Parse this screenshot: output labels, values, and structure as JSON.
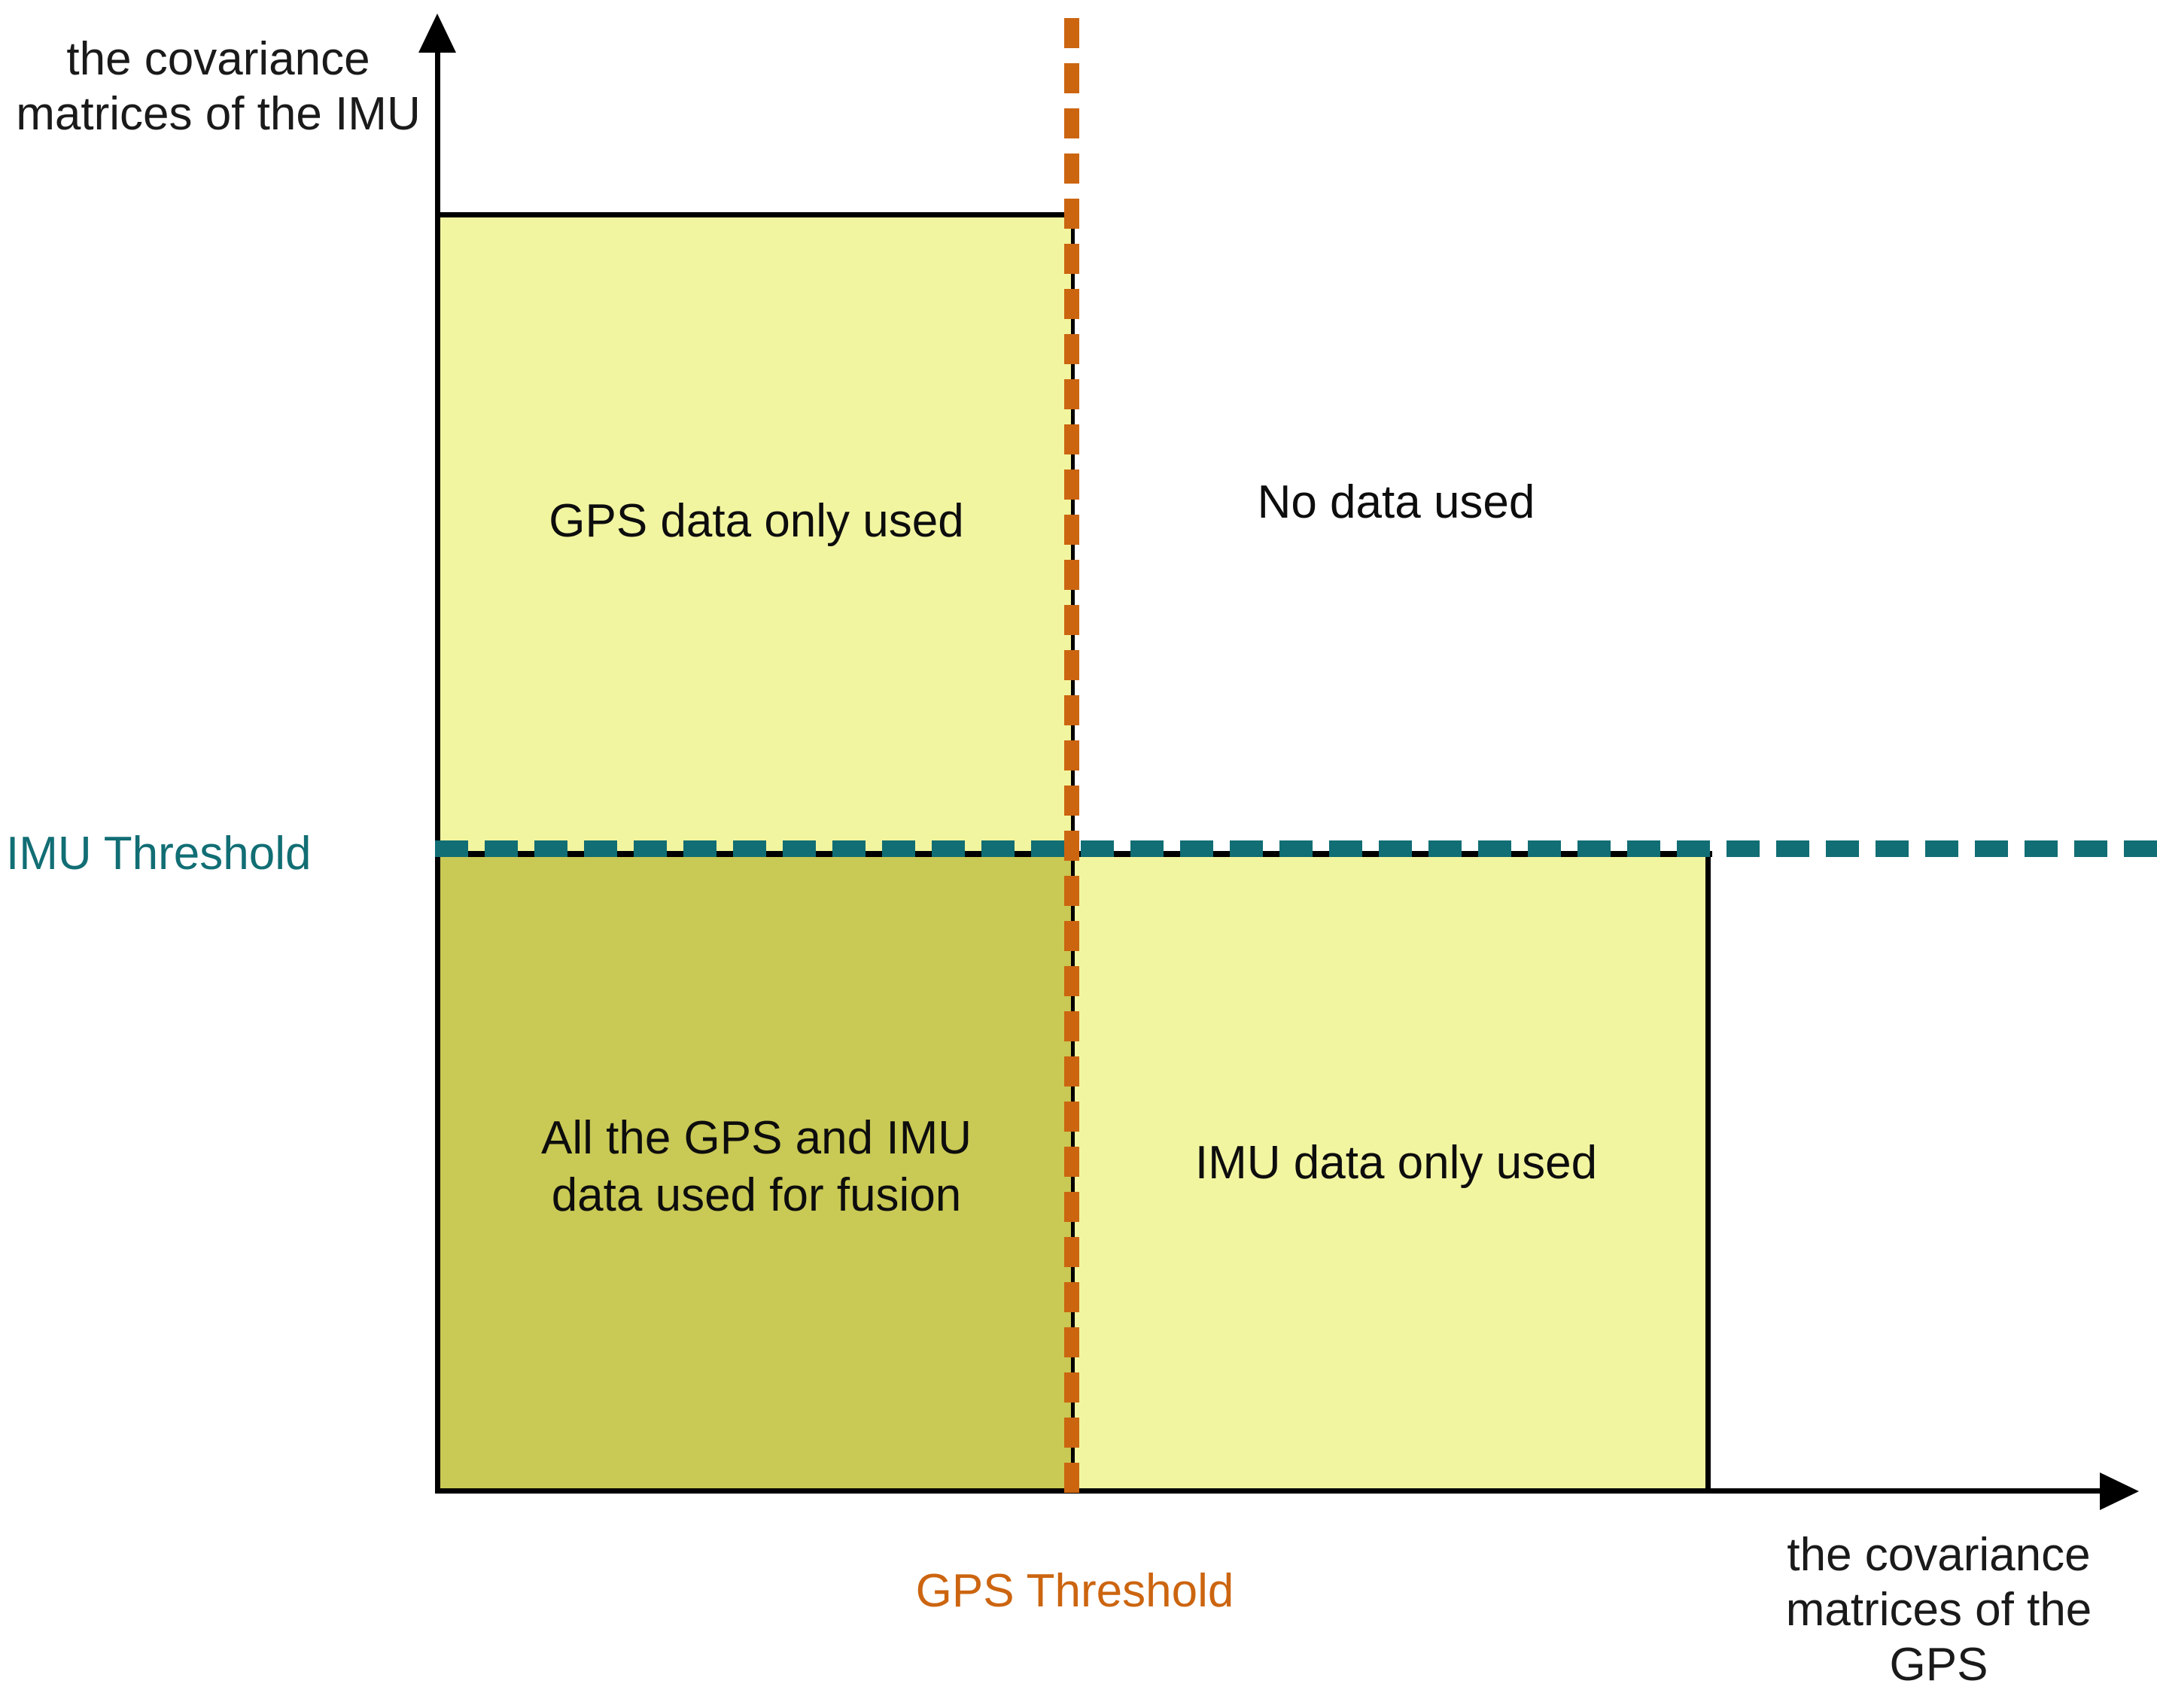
{
  "chart_data": {
    "type": "diagram",
    "title": "",
    "xlabel": "the covariance matrices of the GPS",
    "ylabel": "the covariance matrices of the IMU",
    "thresholds": [
      {
        "name": "IMU Threshold",
        "axis": "y",
        "label": "IMU Threshold",
        "color": "#116e74",
        "style": "dashed"
      },
      {
        "name": "GPS Threshold",
        "axis": "x",
        "label": "GPS Threshold",
        "color": "#cc6510",
        "style": "dashed"
      }
    ],
    "quadrants": [
      {
        "id": "top-left",
        "label": "GPS data only used",
        "x_region": "below GPS Threshold",
        "y_region": "above IMU Threshold",
        "fill": "#f2f5a0"
      },
      {
        "id": "top-right",
        "label": "No data used",
        "x_region": "above GPS Threshold",
        "y_region": "above IMU Threshold",
        "fill": "#ffffff"
      },
      {
        "id": "bottom-left",
        "label": "All the GPS and IMU data used for fusion",
        "x_region": "below GPS Threshold",
        "y_region": "below IMU Threshold",
        "fill": "#c9c955"
      },
      {
        "id": "bottom-right",
        "label": "IMU data only used",
        "x_region": "above GPS Threshold",
        "y_region": "below IMU Threshold",
        "fill": "#f2f5a0"
      }
    ],
    "grid": false,
    "legend": "none"
  },
  "axes": {
    "y_label": "the covariance matrices of the IMU",
    "x_label": "the covariance matrices of the GPS"
  },
  "thresholds": {
    "imu_label": "IMU Threshold",
    "gps_label": "GPS Threshold",
    "imu_color": "#116e74",
    "gps_color": "#cc6510"
  },
  "quadrants": {
    "top_left": "GPS data only used",
    "top_right": "No data used",
    "bottom_left_line1": "All the GPS and IMU",
    "bottom_left_line2": "data used for fusion",
    "bottom_right": "IMU data only used"
  },
  "colors": {
    "light_yellow": "#f2f5a0",
    "olive": "#c9c955",
    "teal": "#116e74",
    "orange": "#cc6510",
    "outline": "#000000"
  }
}
